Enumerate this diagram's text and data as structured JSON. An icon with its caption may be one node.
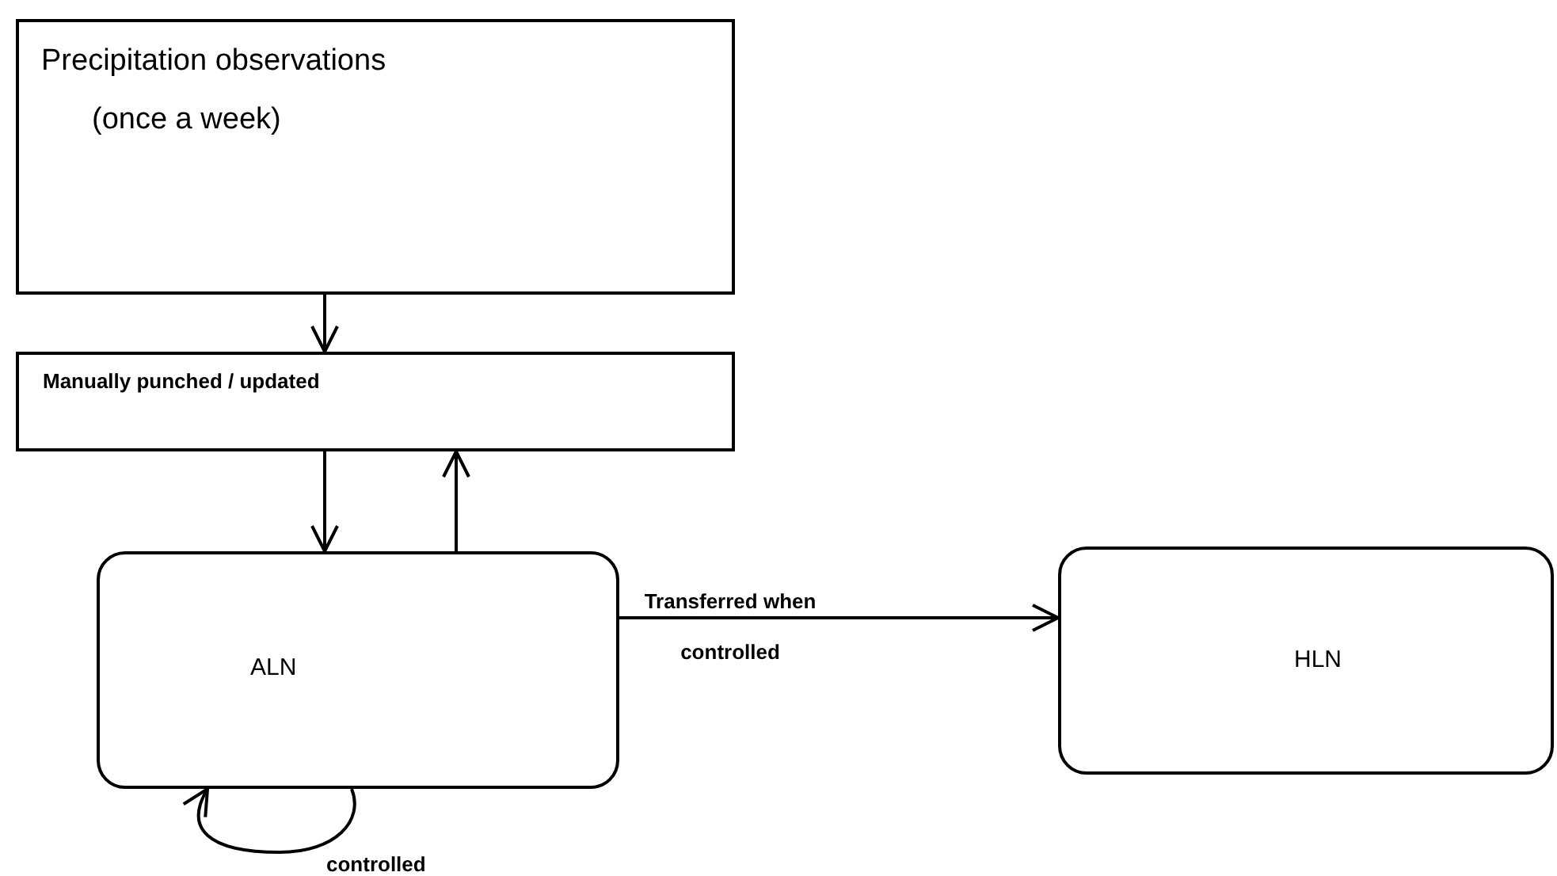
{
  "diagram": {
    "nodes": [
      {
        "text": [
          "Precipitation observations",
          "(once a week)"
        ]
      },
      {
        "text": [
          "Manually punched / updated"
        ]
      },
      {
        "text": [
          "ALN"
        ]
      },
      {
        "text": [
          "HLN"
        ]
      }
    ],
    "edges": [
      {
        "from": 0,
        "to": 1,
        "arrow": "to"
      },
      {
        "from": 1,
        "to": 2,
        "arrow": "to"
      },
      {
        "from": 2,
        "to": 1,
        "arrow": "to"
      },
      {
        "from": 2,
        "to": 3,
        "arrow": "to",
        "label": "Transferred when controlled"
      },
      {
        "from": 2,
        "to": 2,
        "arrow": "to",
        "label": "controlled"
      }
    ]
  }
}
